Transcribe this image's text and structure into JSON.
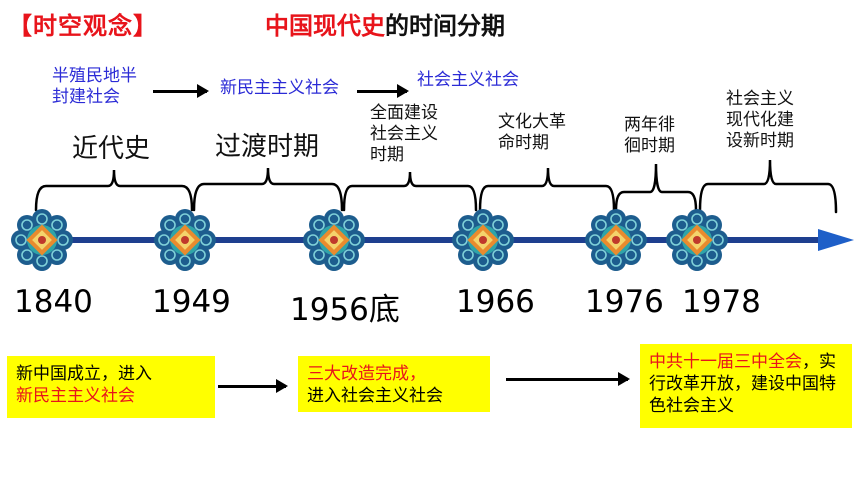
{
  "header": {
    "section_tag": "【时空观念】",
    "title_highlight": "中国现代史",
    "title_rest": "的时间分期"
  },
  "stages": [
    "半殖民地半\n封建社会",
    "新民主主义社会",
    "社会主义社会"
  ],
  "periods": {
    "modern_history": "近代史",
    "transition": "过渡时期",
    "construction": "全面建设\n社会主义\n时期",
    "cultural_revolution": "文化大革\n命时期",
    "two_years": "两年徘\n徊时期",
    "modernization": "社会主义\n现代化建\n设新时期"
  },
  "years": [
    "1840",
    "1949",
    "1956底",
    "1966",
    "1976",
    "1978"
  ],
  "notes": {
    "note1_line1": "新中国成立，进入",
    "note1_line2": "新民主主义社会",
    "note2_line1": "三大改造完成，",
    "note2_line2": "进入社会主义社会",
    "note3_red": "中共十一届三中全会",
    "note3_rest": "，实行改革开放，建设中国特色社会主义"
  },
  "colors": {
    "accent_red": "#e8141b",
    "stage_blue": "#2b2bd6",
    "timeline_navy": "#1e3f8f",
    "highlight_yellow": "#ffff00"
  },
  "icons": [
    "arrow-right-icon",
    "ornamental-medallion-icon"
  ]
}
